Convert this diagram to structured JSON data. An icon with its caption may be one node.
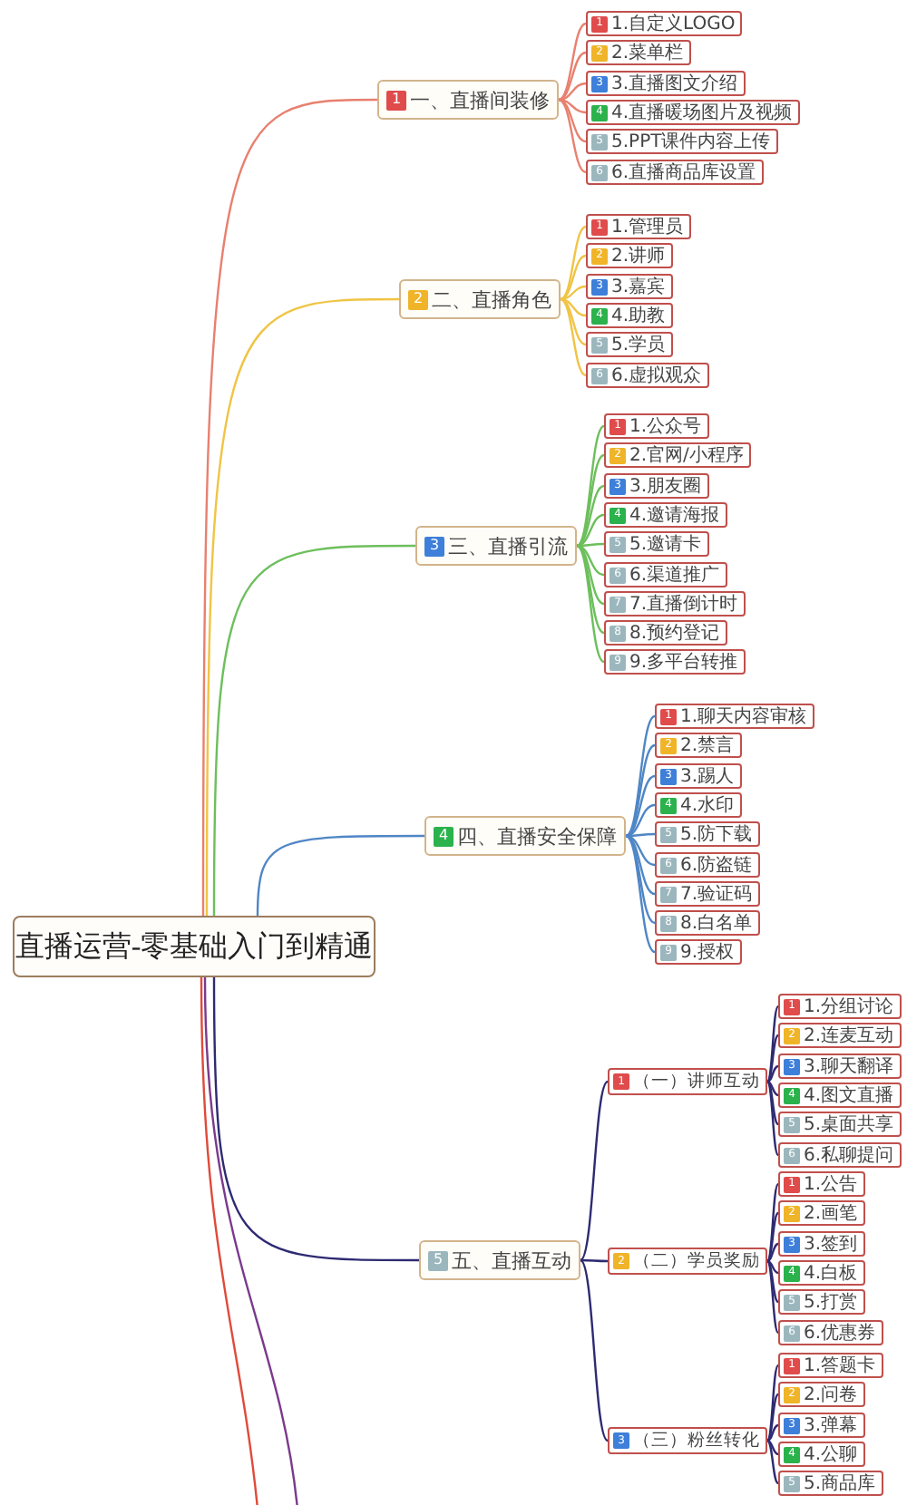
{
  "diagram": {
    "nodes": [
      {
        "text": [
          "直播运营-零基础入门到精通"
        ]
      },
      {
        "text": [
          "1",
          "一、直播间装修"
        ]
      },
      {
        "text": [
          "1",
          "1.自定义LOGO"
        ]
      },
      {
        "text": [
          "2",
          "2.菜单栏"
        ]
      },
      {
        "text": [
          "3",
          "3.直播图文介绍"
        ]
      },
      {
        "text": [
          "4",
          "4.直播暖场图片及视频"
        ]
      },
      {
        "text": [
          "5",
          "5.PPT课件内容上传"
        ]
      },
      {
        "text": [
          "6",
          "6.直播商品库设置"
        ]
      },
      {
        "text": [
          "2",
          "二、直播角色"
        ]
      },
      {
        "text": [
          "1",
          "1.管理员"
        ]
      },
      {
        "text": [
          "2",
          "2.讲师"
        ]
      },
      {
        "text": [
          "3",
          "3.嘉宾"
        ]
      },
      {
        "text": [
          "4",
          "4.助教"
        ]
      },
      {
        "text": [
          "5",
          "5.学员"
        ]
      },
      {
        "text": [
          "6",
          "6.虚拟观众"
        ]
      },
      {
        "text": [
          "3",
          "三、直播引流"
        ]
      },
      {
        "text": [
          "1",
          "1.公众号"
        ]
      },
      {
        "text": [
          "2",
          "2.官网/小程序"
        ]
      },
      {
        "text": [
          "3",
          "3.朋友圈"
        ]
      },
      {
        "text": [
          "4",
          "4.邀请海报"
        ]
      },
      {
        "text": [
          "5",
          "5.邀请卡"
        ]
      },
      {
        "text": [
          "6",
          "6.渠道推广"
        ]
      },
      {
        "text": [
          "7",
          "7.直播倒计时"
        ]
      },
      {
        "text": [
          "8",
          "8.预约登记"
        ]
      },
      {
        "text": [
          "9",
          "9.多平台转推"
        ]
      },
      {
        "text": [
          "4",
          "四、直播安全保障"
        ]
      },
      {
        "text": [
          "1",
          "1.聊天内容审核"
        ]
      },
      {
        "text": [
          "2",
          "2.禁言"
        ]
      },
      {
        "text": [
          "3",
          "3.踢人"
        ]
      },
      {
        "text": [
          "4",
          "4.水印"
        ]
      },
      {
        "text": [
          "5",
          "5.防下载"
        ]
      },
      {
        "text": [
          "6",
          "6.防盗链"
        ]
      },
      {
        "text": [
          "7",
          "7.验证码"
        ]
      },
      {
        "text": [
          "8",
          "8.白名单"
        ]
      },
      {
        "text": [
          "9",
          "9.授权"
        ]
      },
      {
        "text": [
          "5",
          "五、直播互动"
        ]
      },
      {
        "text": [
          "1",
          "（一）讲师互动"
        ]
      },
      {
        "text": [
          "1",
          "1.分组讨论"
        ]
      },
      {
        "text": [
          "2",
          "2.连麦互动"
        ]
      },
      {
        "text": [
          "3",
          "3.聊天翻译"
        ]
      },
      {
        "text": [
          "4",
          "4.图文直播"
        ]
      },
      {
        "text": [
          "5",
          "5.桌面共享"
        ]
      },
      {
        "text": [
          "6",
          "6.私聊提问"
        ]
      },
      {
        "text": [
          "2",
          "（二）学员奖励"
        ]
      },
      {
        "text": [
          "1",
          "1.公告"
        ]
      },
      {
        "text": [
          "2",
          "2.画笔"
        ]
      },
      {
        "text": [
          "3",
          "3.签到"
        ]
      },
      {
        "text": [
          "4",
          "4.白板"
        ]
      },
      {
        "text": [
          "5",
          "5.打赏"
        ]
      },
      {
        "text": [
          "6",
          "6.优惠券"
        ]
      },
      {
        "text": [
          "3",
          "（三）粉丝转化"
        ]
      },
      {
        "text": [
          "1",
          "1.答题卡"
        ]
      },
      {
        "text": [
          "2",
          "2.问卷"
        ]
      },
      {
        "text": [
          "3",
          "3.弹幕"
        ]
      },
      {
        "text": [
          "4",
          "4.公聊"
        ]
      },
      {
        "text": [
          "5",
          "5.商品库"
        ]
      }
    ],
    "edges": [
      {
        "from": 0,
        "to": 1,
        "arrow": "none",
        "color": "#e8806f"
      },
      {
        "from": 0,
        "to": 8,
        "arrow": "none",
        "color": "#f0c445"
      },
      {
        "from": 0,
        "to": 15,
        "arrow": "none",
        "color": "#6dbf5c"
      },
      {
        "from": 0,
        "to": 25,
        "arrow": "none",
        "color": "#4f86c6"
      },
      {
        "from": 0,
        "to": 35,
        "arrow": "none",
        "color": "#2e2a72"
      },
      {
        "from": 0,
        "to": null,
        "arrow": "none",
        "color": "#7a3a8c"
      },
      {
        "from": 0,
        "to": null,
        "arrow": "none",
        "color": "#e04a3a"
      },
      {
        "from": 1,
        "to": 2,
        "arrow": "none",
        "color": "#e8806f"
      },
      {
        "from": 1,
        "to": 3,
        "arrow": "none",
        "color": "#e8806f"
      },
      {
        "from": 1,
        "to": 4,
        "arrow": "none",
        "color": "#e8806f"
      },
      {
        "from": 1,
        "to": 5,
        "arrow": "none",
        "color": "#e8806f"
      },
      {
        "from": 1,
        "to": 6,
        "arrow": "none",
        "color": "#e8806f"
      },
      {
        "from": 1,
        "to": 7,
        "arrow": "none",
        "color": "#e8806f"
      },
      {
        "from": 8,
        "to": 9,
        "arrow": "none",
        "color": "#f0c445"
      },
      {
        "from": 8,
        "to": 10,
        "arrow": "none",
        "color": "#f0c445"
      },
      {
        "from": 8,
        "to": 11,
        "arrow": "none",
        "color": "#f0c445"
      },
      {
        "from": 8,
        "to": 12,
        "arrow": "none",
        "color": "#f0c445"
      },
      {
        "from": 8,
        "to": 13,
        "arrow": "none",
        "color": "#f0c445"
      },
      {
        "from": 8,
        "to": 14,
        "arrow": "none",
        "color": "#f0c445"
      },
      {
        "from": 15,
        "to": 16,
        "arrow": "none",
        "color": "#6dbf5c"
      },
      {
        "from": 15,
        "to": 17,
        "arrow": "none",
        "color": "#6dbf5c"
      },
      {
        "from": 15,
        "to": 18,
        "arrow": "none",
        "color": "#6dbf5c"
      },
      {
        "from": 15,
        "to": 19,
        "arrow": "none",
        "color": "#6dbf5c"
      },
      {
        "from": 15,
        "to": 20,
        "arrow": "none",
        "color": "#6dbf5c"
      },
      {
        "from": 15,
        "to": 21,
        "arrow": "none",
        "color": "#6dbf5c"
      },
      {
        "from": 15,
        "to": 22,
        "arrow": "none",
        "color": "#6dbf5c"
      },
      {
        "from": 15,
        "to": 23,
        "arrow": "none",
        "color": "#6dbf5c"
      },
      {
        "from": 15,
        "to": 24,
        "arrow": "none",
        "color": "#6dbf5c"
      },
      {
        "from": 25,
        "to": 26,
        "arrow": "none",
        "color": "#4f86c6"
      },
      {
        "from": 25,
        "to": 27,
        "arrow": "none",
        "color": "#4f86c6"
      },
      {
        "from": 25,
        "to": 28,
        "arrow": "none",
        "color": "#4f86c6"
      },
      {
        "from": 25,
        "to": 29,
        "arrow": "none",
        "color": "#4f86c6"
      },
      {
        "from": 25,
        "to": 30,
        "arrow": "none",
        "color": "#4f86c6"
      },
      {
        "from": 25,
        "to": 31,
        "arrow": "none",
        "color": "#4f86c6"
      },
      {
        "from": 25,
        "to": 32,
        "arrow": "none",
        "color": "#4f86c6"
      },
      {
        "from": 25,
        "to": 33,
        "arrow": "none",
        "color": "#4f86c6"
      },
      {
        "from": 25,
        "to": 34,
        "arrow": "none",
        "color": "#4f86c6"
      },
      {
        "from": 35,
        "to": 36,
        "arrow": "none",
        "color": "#2e2a72"
      },
      {
        "from": 35,
        "to": 43,
        "arrow": "none",
        "color": "#2e2a72"
      },
      {
        "from": 35,
        "to": 50,
        "arrow": "none",
        "color": "#2e2a72"
      },
      {
        "from": 36,
        "to": 37,
        "arrow": "none",
        "color": "#2e2a72"
      },
      {
        "from": 36,
        "to": 38,
        "arrow": "none",
        "color": "#2e2a72"
      },
      {
        "from": 36,
        "to": 39,
        "arrow": "none",
        "color": "#2e2a72"
      },
      {
        "from": 36,
        "to": 40,
        "arrow": "none",
        "color": "#2e2a72"
      },
      {
        "from": 36,
        "to": 41,
        "arrow": "none",
        "color": "#2e2a72"
      },
      {
        "from": 36,
        "to": 42,
        "arrow": "none",
        "color": "#2e2a72"
      },
      {
        "from": 43,
        "to": 44,
        "arrow": "none",
        "color": "#2e2a72"
      },
      {
        "from": 43,
        "to": 45,
        "arrow": "none",
        "color": "#2e2a72"
      },
      {
        "from": 43,
        "to": 46,
        "arrow": "none",
        "color": "#2e2a72"
      },
      {
        "from": 43,
        "to": 47,
        "arrow": "none",
        "color": "#2e2a72"
      },
      {
        "from": 43,
        "to": 48,
        "arrow": "none",
        "color": "#2e2a72"
      },
      {
        "from": 43,
        "to": 49,
        "arrow": "none",
        "color": "#2e2a72"
      },
      {
        "from": 50,
        "to": 51,
        "arrow": "none",
        "color": "#2e2a72"
      },
      {
        "from": 50,
        "to": 52,
        "arrow": "none",
        "color": "#2e2a72"
      },
      {
        "from": 50,
        "to": 53,
        "arrow": "none",
        "color": "#2e2a72"
      },
      {
        "from": 50,
        "to": 54,
        "arrow": "none",
        "color": "#2e2a72"
      },
      {
        "from": 50,
        "to": 55,
        "arrow": "none",
        "color": "#2e2a72"
      }
    ]
  }
}
